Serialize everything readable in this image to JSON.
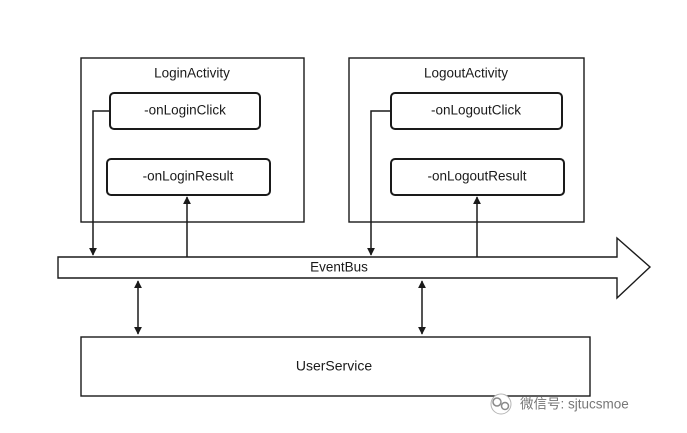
{
  "diagram": {
    "login_activity": {
      "title": "LoginActivity",
      "click_method": "-onLoginClick",
      "result_method": "-onLoginResult"
    },
    "logout_activity": {
      "title": "LogoutActivity",
      "click_method": "-onLogoutClick",
      "result_method": "-onLogoutResult"
    },
    "event_bus": {
      "label": "EventBus"
    },
    "user_service": {
      "label": "UserService"
    },
    "watermark": {
      "text": "微信号: sjtucsmoe",
      "icon": "wechat-icon"
    }
  },
  "colors": {
    "stroke": "#1a1a1a",
    "background": "#ffffff",
    "watermark": "#777777"
  }
}
